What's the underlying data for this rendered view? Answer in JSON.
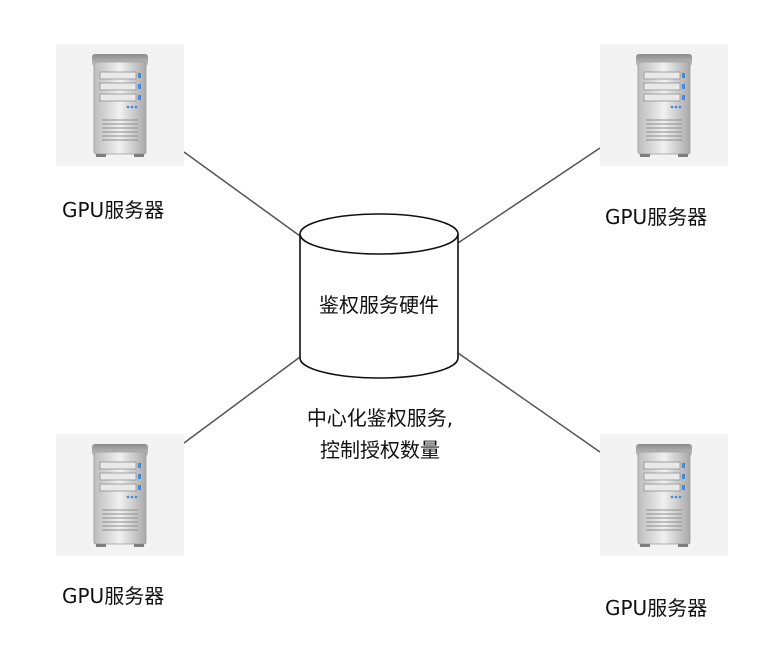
{
  "server_labels": [
    "GPU服务器",
    "GPU服务器",
    "GPU服务器",
    "GPU服务器"
  ],
  "central": {
    "label": "鉴权服务硬件",
    "caption_line1": "中心化鉴权服务,",
    "caption_line2": "控制授权数量"
  },
  "colors": {
    "line": "#555555",
    "tile_bg": "#f2f2f2",
    "server_body": "#d8d8d8",
    "server_led": "#4a86d8"
  },
  "icons": [
    "server-icon",
    "database-cylinder-icon"
  ]
}
